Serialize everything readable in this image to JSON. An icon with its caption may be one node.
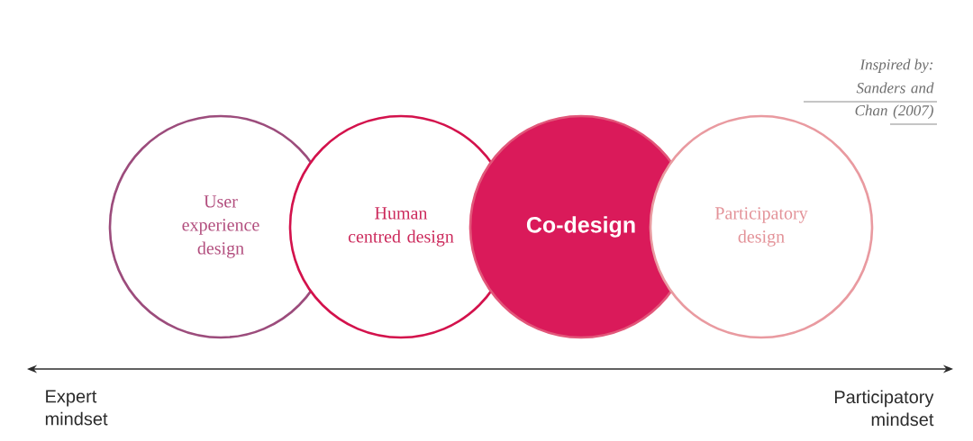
{
  "diagram": {
    "nodes": [
      {
        "text": [
          "User experience design"
        ]
      },
      {
        "text": [
          "Human centred design"
        ]
      },
      {
        "text": [
          "Co-design"
        ]
      },
      {
        "text": [
          "Participatory design"
        ]
      }
    ],
    "edges": [],
    "labels": [
      "Inspired by:",
      "Sanders and Chan (2007)",
      "Expert mindset",
      "Participatory mindset"
    ]
  }
}
